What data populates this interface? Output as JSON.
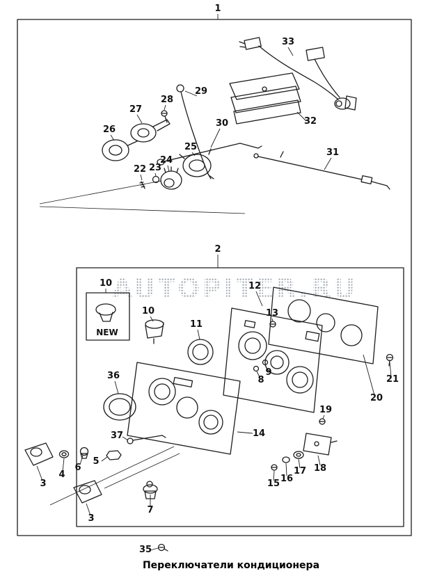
{
  "figure": {
    "watermark": "AUTOPITER.RU",
    "caption": "Переключатели кондиционера",
    "new_badge": "NEW",
    "colors": {
      "line": "#1c1c1c",
      "watermark_dots": "#98a0a8"
    }
  },
  "labels": [
    {
      "part": "1"
    },
    {
      "part": "33"
    },
    {
      "part": "29"
    },
    {
      "part": "28"
    },
    {
      "part": "27"
    },
    {
      "part": "30"
    },
    {
      "part": "32"
    },
    {
      "part": "26"
    },
    {
      "part": "25"
    },
    {
      "part": "31"
    },
    {
      "part": "22"
    },
    {
      "part": "23"
    },
    {
      "part": "24"
    },
    {
      "part": "2"
    },
    {
      "part": "10"
    },
    {
      "part": "12"
    },
    {
      "part": "10"
    },
    {
      "part": "13"
    },
    {
      "part": "11"
    },
    {
      "part": "9"
    },
    {
      "part": "8"
    },
    {
      "part": "21"
    },
    {
      "part": "20"
    },
    {
      "part": "36"
    },
    {
      "part": "19"
    },
    {
      "part": "37"
    },
    {
      "part": "14"
    },
    {
      "part": "5"
    },
    {
      "part": "6"
    },
    {
      "part": "4"
    },
    {
      "part": "3"
    },
    {
      "part": "15"
    },
    {
      "part": "16"
    },
    {
      "part": "17"
    },
    {
      "part": "18"
    },
    {
      "part": "3"
    },
    {
      "part": "7"
    },
    {
      "part": "35"
    }
  ]
}
